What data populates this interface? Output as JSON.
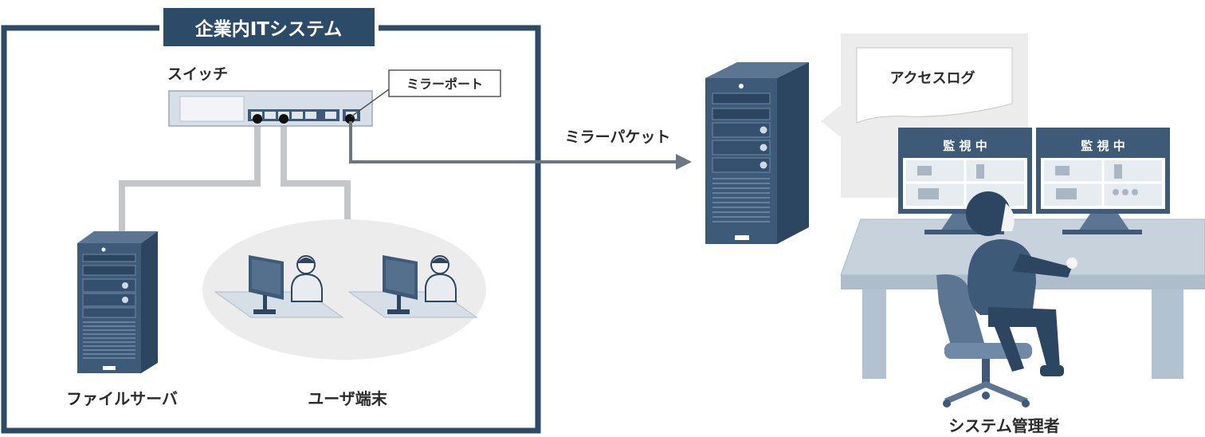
{
  "frame_title": "企業内ITシステム",
  "labels": {
    "switch": "スイッチ",
    "mirror_port": "ミラーポート",
    "mirror_packet": "ミラーパケット",
    "file_server": "ファイルサーバ",
    "user_terminal": "ユーザ端末",
    "access_log": "アクセスログ",
    "admin": "システム管理者",
    "monitor_left": "監 視 中",
    "monitor_right": "監 視 中"
  },
  "colors": {
    "frame": "#2c4b69",
    "server": "#3d5a78",
    "server_dark": "#2c4662",
    "cable": "#c4c6c8",
    "arrow": "#6e7781",
    "desk": "#c8d2dc",
    "device": "#d6dee7"
  },
  "icons": [
    "switch-icon",
    "server-icon",
    "monitor-icon",
    "person-icon",
    "chair-icon",
    "document-icon"
  ]
}
